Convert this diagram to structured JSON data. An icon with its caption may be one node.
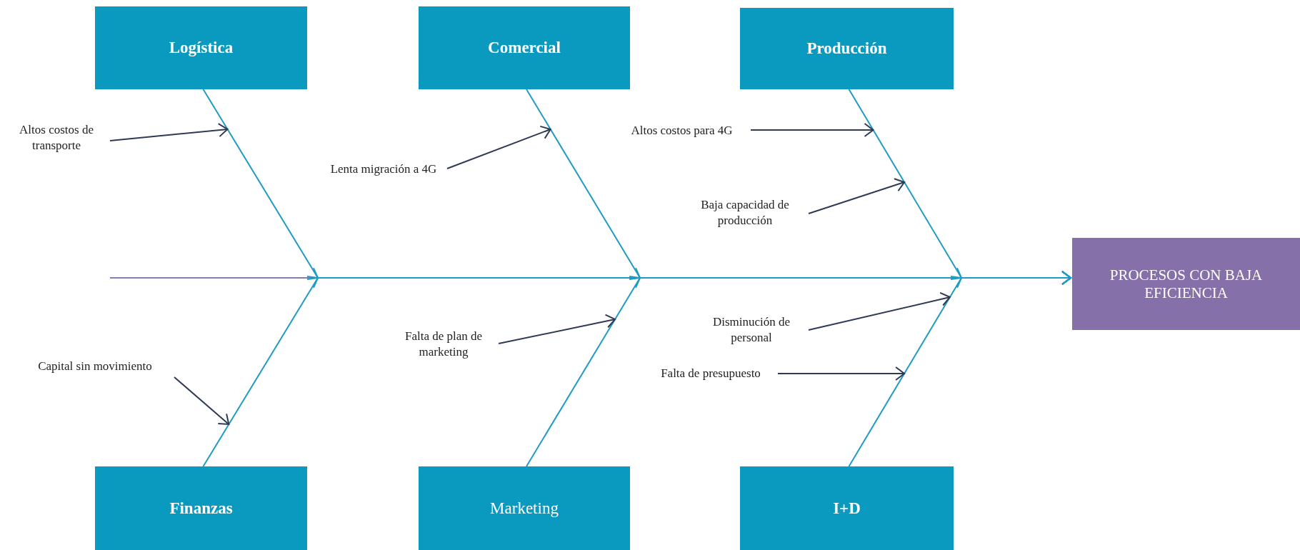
{
  "diagram": {
    "nodes": [
      {
        "text": [
          "Logística"
        ]
      },
      {
        "text": [
          "Comercial"
        ]
      },
      {
        "text": [
          "Producción"
        ]
      },
      {
        "text": [
          "Altos costos de transporte"
        ]
      },
      {
        "text": [
          "Lenta migración a 4G"
        ]
      },
      {
        "text": [
          "Altos costos para 4G"
        ]
      },
      {
        "text": [
          "Baja capacidad de producción"
        ]
      },
      {
        "text": [
          "PROCESOS CON BAJA EFICIENCIA"
        ]
      },
      {
        "text": [
          "Disminución de personal"
        ]
      },
      {
        "text": [
          "Falta de plan de marketing"
        ]
      },
      {
        "text": [
          "Capital sin movimiento"
        ]
      },
      {
        "text": [
          "Falta de presupuesto"
        ]
      },
      {
        "text": [
          "Finanzas"
        ]
      },
      {
        "text": [
          "Marketing"
        ]
      },
      {
        "text": [
          "I+D"
        ]
      }
    ],
    "edges": [
      {
        "from": null,
        "to": 7,
        "arrow": "to",
        "color": "#8a7ab0"
      },
      {
        "from": 0,
        "to": 7,
        "arrow": "to",
        "color": "#1f9cc4"
      },
      {
        "from": 12,
        "to": 7,
        "arrow": "to",
        "color": "#1f9cc4"
      },
      {
        "from": 1,
        "to": 7,
        "arrow": "to",
        "color": "#1f9cc4"
      },
      {
        "from": 13,
        "to": 7,
        "arrow": "to",
        "color": "#1f9cc4"
      },
      {
        "from": 2,
        "to": 7,
        "arrow": "to",
        "color": "#1f9cc4"
      },
      {
        "from": 14,
        "to": 7,
        "arrow": "to",
        "color": "#1f9cc4"
      },
      {
        "from": 3,
        "to": null,
        "arrow": "to"
      },
      {
        "from": 4,
        "to": null,
        "arrow": "to"
      },
      {
        "from": 5,
        "to": null,
        "arrow": "to"
      },
      {
        "from": 6,
        "to": null,
        "arrow": "to"
      },
      {
        "from": 8,
        "to": null,
        "arrow": "to"
      },
      {
        "from": 9,
        "to": null,
        "arrow": "to"
      },
      {
        "from": 10,
        "to": null,
        "arrow": "to"
      },
      {
        "from": 11,
        "to": null,
        "arrow": "to"
      }
    ]
  }
}
